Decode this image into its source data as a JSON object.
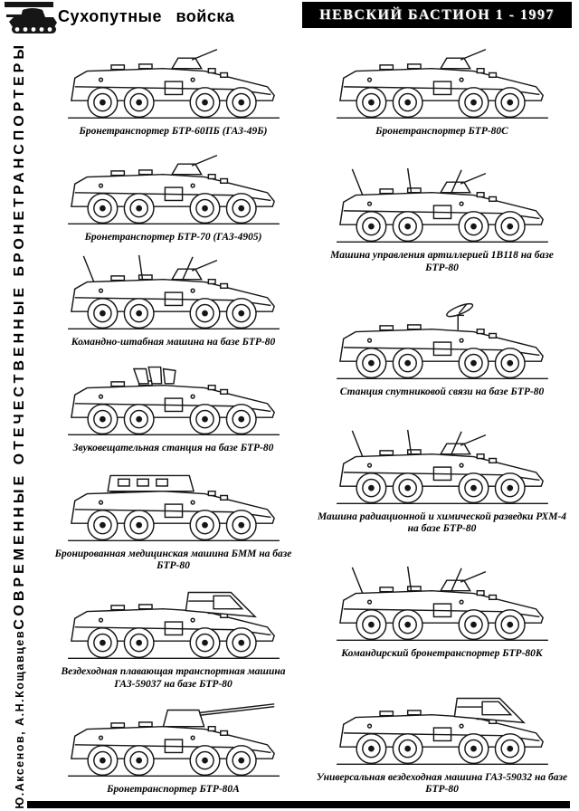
{
  "page": {
    "paper_color": "#ffffff",
    "ink_color": "#111111"
  },
  "header": {
    "tank_icon": "tank-silhouette-icon",
    "section_label": "Сухопутные войска",
    "masthead": "НЕВСКИЙ БАСТИОН 1 - 1997"
  },
  "sidebar": {
    "title": "СОВРЕМЕННЫЕ ОТЕЧЕСТВЕННЫЕ БРОНЕТРАНСПОРТЕРЫ",
    "authors": "А.Ю.Аксенов, А.Н.Кощавцев"
  },
  "columns": {
    "left": [
      {
        "caption": "Бронетранспортер БТР-60ПБ (ГАЗ-49Б)",
        "drawing_features": [
          "turret"
        ]
      },
      {
        "caption": "Бронетранспортер БТР-70 (ГАЗ-4905)",
        "drawing_features": [
          "turret"
        ]
      },
      {
        "caption": "Командно-штабная машина на базе БТР-80",
        "drawing_features": [
          "turret",
          "antenna"
        ]
      },
      {
        "caption": "Звуковещательная станция на базе БТР-80",
        "drawing_features": [
          "horns"
        ]
      },
      {
        "caption": "Бронированная медицинская машина БММ на базе БТР-80",
        "drawing_features": [
          "box"
        ]
      },
      {
        "caption": "Вездеходная плавающая транспортная машина ГАЗ-59037 на базе БТР-80",
        "drawing_features": [
          "cab"
        ]
      },
      {
        "caption": "Бронетранспортер БТР-80А",
        "drawing_features": [
          "bigGun"
        ]
      }
    ],
    "right": [
      {
        "caption": "Бронетранспортер БТР-80С",
        "drawing_features": [
          "turret"
        ]
      },
      {
        "caption": "Машина управления артиллерией 1В118 на базе БТР-80",
        "drawing_features": [
          "turret",
          "antenna"
        ]
      },
      {
        "caption": "Станция спутниковой связи на базе БТР-80",
        "drawing_features": [
          "dish"
        ]
      },
      {
        "caption": "Машина радиационной и химической разведки РХМ-4 на базе БТР-80",
        "drawing_features": [
          "turret",
          "antenna"
        ]
      },
      {
        "caption": "Командирский бронетранспортер БТР-80К",
        "drawing_features": [
          "turret",
          "antenna"
        ]
      },
      {
        "caption": "Универсальная вездеходная машина ГАЗ-59032 на базе БТР-80",
        "drawing_features": [
          "cab"
        ]
      }
    ]
  }
}
